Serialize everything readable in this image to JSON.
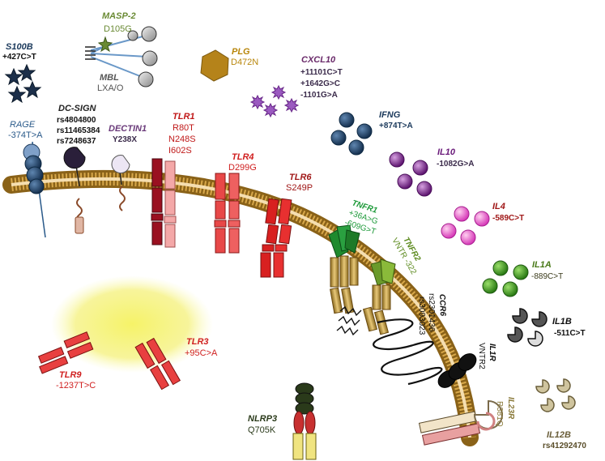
{
  "labels": {
    "s100b": {
      "gene": "S100B",
      "variant": "+427C>T"
    },
    "masp2": {
      "gene": "MASP-2",
      "variant": "D105G"
    },
    "mbl": {
      "gene": "MBL",
      "variant": "LXA/O"
    },
    "plg": {
      "gene": "PLG",
      "variant": "D472N"
    },
    "cxcl10": {
      "gene": "CXCL10",
      "variants": [
        "+11101C>T",
        "+1642G>C",
        "-1101G>A"
      ]
    },
    "dcsign": {
      "gene": "DC-SIGN",
      "variants": [
        "rs4804800",
        "rs11465384",
        "rs7248637"
      ]
    },
    "rage": {
      "gene": "RAGE",
      "variant": "-374T>A"
    },
    "dectin1": {
      "gene": "DECTIN1",
      "variant": "Y238X"
    },
    "tlr1": {
      "gene": "TLR1",
      "variants": [
        "R80T",
        "N248S",
        "I602S"
      ]
    },
    "tlr4": {
      "gene": "TLR4",
      "variant": "D299G"
    },
    "tlr6": {
      "gene": "TLR6",
      "variant": "S249P"
    },
    "ifng": {
      "gene": "IFNG",
      "variant": "+874T>A"
    },
    "il10": {
      "gene": "IL10",
      "variant": "-1082G>A"
    },
    "tnfr1": {
      "gene": "TNFR1",
      "variants": [
        "+36A>G",
        "-609G>T"
      ]
    },
    "il4": {
      "gene": "IL4",
      "variant": "-589C>T"
    },
    "tnfr2": {
      "gene": "TNFR2",
      "variant": "VNTR -322"
    },
    "il1a": {
      "gene": "IL1A",
      "variant": "-889C>T"
    },
    "ccr6": {
      "gene": "CCR6",
      "variants": [
        "rs2301436",
        "rs3093023"
      ]
    },
    "il1b": {
      "gene": "IL1B",
      "variant": "-511C>T"
    },
    "il1r": {
      "gene": "IL1R",
      "variant": "VNTR2"
    },
    "tlr9": {
      "gene": "TLR9",
      "variant": "-1237T>C"
    },
    "tlr3": {
      "gene": "TLR3",
      "variant": "+95C>A"
    },
    "nlrp3": {
      "gene": "NLRP3",
      "variant": "Q705K"
    },
    "il23r": {
      "gene": "IL23R",
      "variant": "R381Q"
    },
    "il12b": {
      "gene": "IL12B",
      "variant": "rs41292470"
    }
  },
  "colors": {
    "membrane": "#b8862b",
    "membrane_dark": "#8a6218",
    "navy": "#1c3a5c",
    "red": "#e02020",
    "dark_red": "#a01818",
    "green": "#1e9a3a",
    "olive_green": "#5c8a1e",
    "purple": "#7a2a8a",
    "magenta": "#b0208a",
    "gold": "#b8860b",
    "black": "#111111",
    "grey": "#555555",
    "yellow_glow": "#f3f05a"
  }
}
